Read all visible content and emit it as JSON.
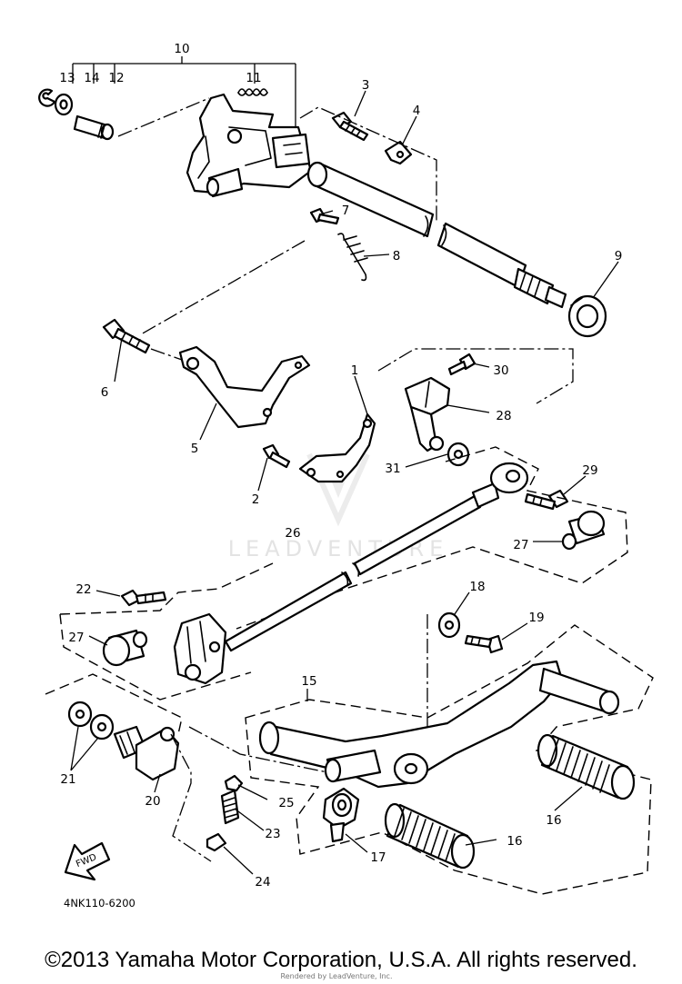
{
  "diagram": {
    "part_code": "4NK110-6200",
    "watermark": "LEADVENTURE",
    "rendered_by": "Rendered by LeadVenture, Inc.",
    "fwd_label": "FWD",
    "callouts": {
      "c1": "1",
      "c2": "2",
      "c3": "3",
      "c4": "4",
      "c5": "5",
      "c6": "6",
      "c7": "7",
      "c8": "8",
      "c9": "9",
      "c10": "10",
      "c11": "11",
      "c12": "12",
      "c13": "13",
      "c14": "14",
      "c15": "15",
      "c16a": "16",
      "c16b": "16",
      "c17": "17",
      "c18": "18",
      "c19": "19",
      "c20": "20",
      "c21": "21",
      "c22": "22",
      "c23": "23",
      "c24": "24",
      "c25": "25",
      "c26": "26",
      "c27a": "27",
      "c27b": "27",
      "c28": "28",
      "c29": "29",
      "c30": "30",
      "c31": "31"
    }
  },
  "footer": {
    "copyright": "©2013 Yamaha Motor Corporation, U.S.A. All rights reserved."
  }
}
